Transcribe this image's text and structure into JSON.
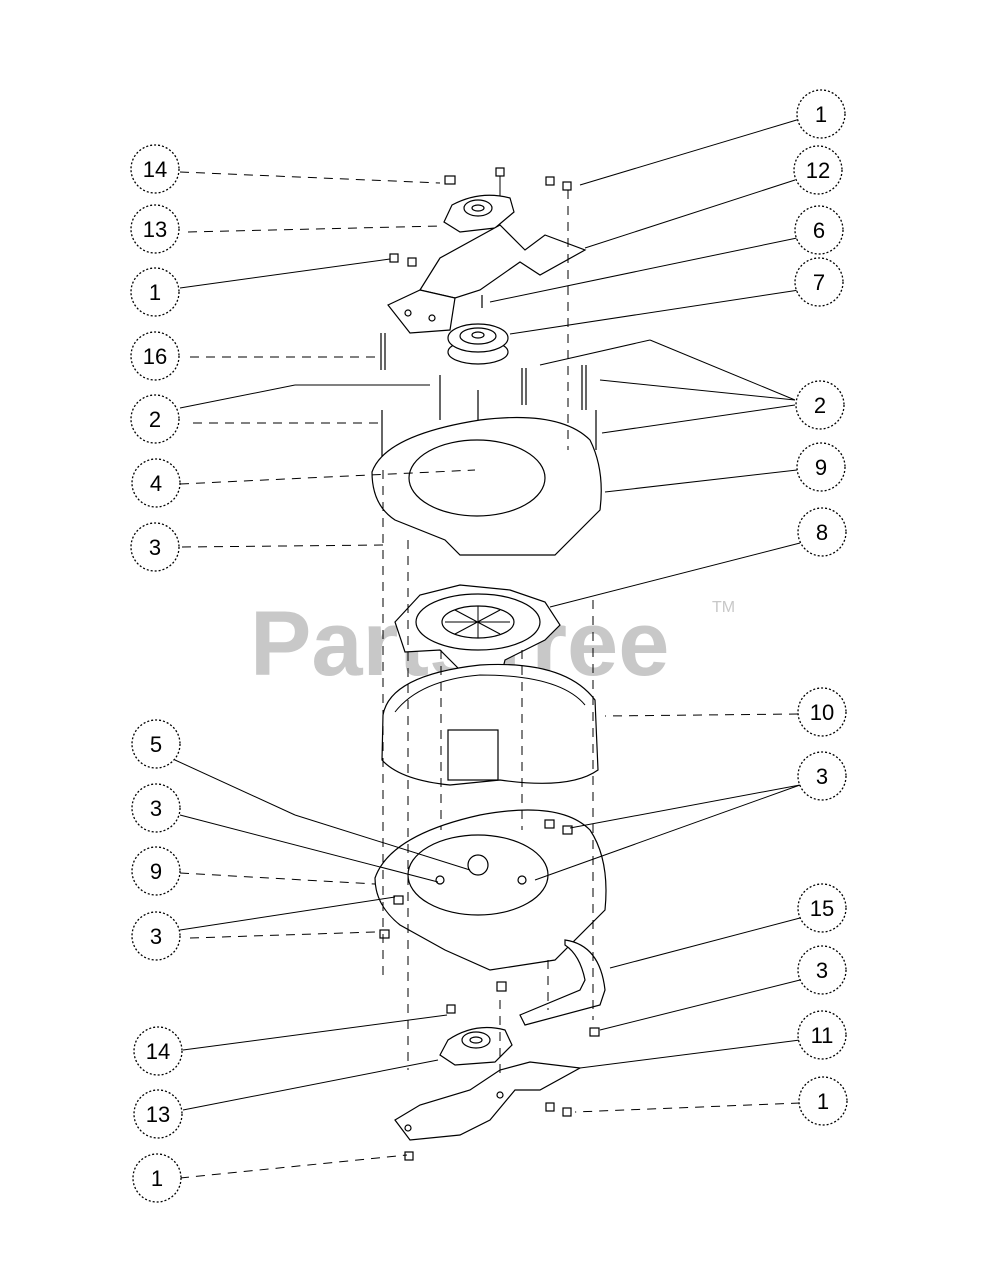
{
  "watermark": {
    "text": "PartsTree",
    "tm": "TM"
  },
  "callouts": [
    {
      "label": "1"
    },
    {
      "label": "14"
    },
    {
      "label": "12"
    },
    {
      "label": "13"
    },
    {
      "label": "6"
    },
    {
      "label": "1"
    },
    {
      "label": "7"
    },
    {
      "label": "16"
    },
    {
      "label": "2"
    },
    {
      "label": "2"
    },
    {
      "label": "4"
    },
    {
      "label": "9"
    },
    {
      "label": "3"
    },
    {
      "label": "8"
    },
    {
      "label": "10"
    },
    {
      "label": "5"
    },
    {
      "label": "3"
    },
    {
      "label": "3"
    },
    {
      "label": "9"
    },
    {
      "label": "3"
    },
    {
      "label": "15"
    },
    {
      "label": "3"
    },
    {
      "label": "14"
    },
    {
      "label": "11"
    },
    {
      "label": "13"
    },
    {
      "label": "1"
    },
    {
      "label": "1"
    }
  ]
}
